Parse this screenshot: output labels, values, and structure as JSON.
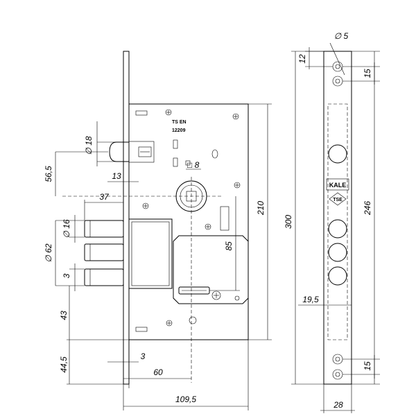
{
  "dimensions": {
    "hole_diameter": "∅ 5",
    "top_offset": "12",
    "top_hole_spacing": "15",
    "height_246": "246",
    "height_300": "300",
    "height_210": "210",
    "width_19_5": "19,5",
    "bottom_hole_spacing": "15",
    "width_28": "28",
    "cyl_diameter_18": "∅ 18",
    "cyl_offset_13": "13",
    "square_8": "□ 8",
    "dim_56_5": "56,5",
    "dim_37": "37",
    "bolt_diameter_16": "∅ 16",
    "bolt_span_62": "∅ 62",
    "bolt_gap_3": "3",
    "dim_85": "85",
    "dim_43": "43",
    "faceplate_3": "3",
    "backset_60": "60",
    "dim_44_5": "44,5",
    "width_109_5": "109,5"
  },
  "labels": {
    "standard_line1": "TS EN",
    "standard_line2": "12209",
    "brand_logo": "KALE",
    "brand_badge": "TSE"
  }
}
